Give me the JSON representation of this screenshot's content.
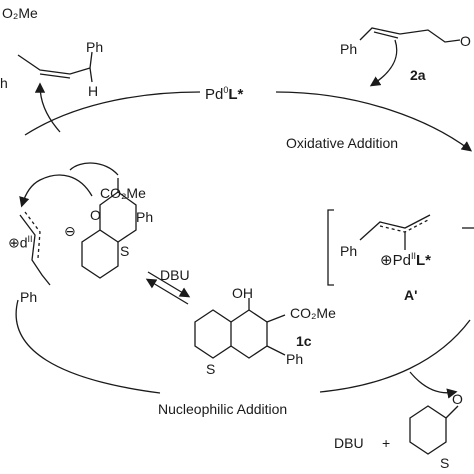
{
  "catalyst": {
    "label": "Pd",
    "ox": "0",
    "ligand": "L*"
  },
  "steps": {
    "oxidative_addition": "Oxidative Addition",
    "nucleophilic_addition": "Nucleophilic Addition"
  },
  "reagents": {
    "substrate_id": "2a",
    "base_top": "DBU",
    "base_bottom": "DBU",
    "plus": "+",
    "product_id": "1c"
  },
  "intermediate": {
    "id": "A'",
    "pd": "Pd",
    "ox": "II",
    "ligand": "L*",
    "charge": "⊕"
  },
  "atoms": {
    "co2me": "CO₂Me",
    "co2me_top": "CO₂Me",
    "o2me_top": "O₂Me",
    "ph": "Ph",
    "h": "H",
    "oh": "OH",
    "o": "O",
    "s": "S",
    "pd_left": "d",
    "pd_left_ox": "II",
    "o_right": "O"
  }
}
